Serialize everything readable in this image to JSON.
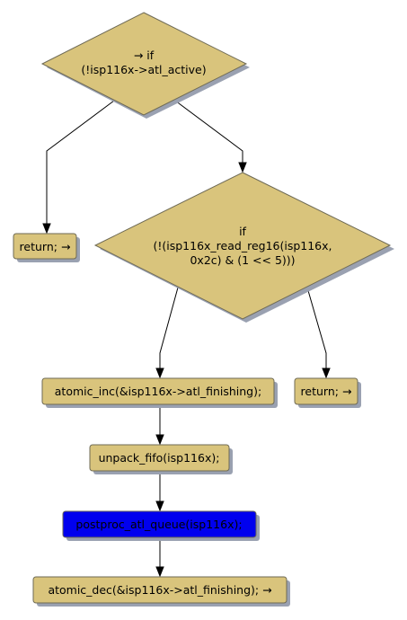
{
  "colors": {
    "node_fill": "#d9c47c",
    "node_border": "#6e6a55",
    "highlight_fill": "#0000ee",
    "shadow": "#9aa1b1",
    "edge": "#000000"
  },
  "nodes": {
    "cond_atl_active": {
      "line1": "→ if",
      "line2": "(!isp116x->atl_active)"
    },
    "return_1": {
      "label": "return; →"
    },
    "cond_read_reg": {
      "line1": "if",
      "line2": "(!(isp116x_read_reg16(isp116x,",
      "line3": "0x2c) & (1 << 5)))"
    },
    "atomic_inc": {
      "label": "atomic_inc(&isp116x->atl_finishing);"
    },
    "return_2": {
      "label": "return; →"
    },
    "unpack_fifo": {
      "label": "unpack_fifo(isp116x);"
    },
    "postproc": {
      "label": "postproc_atl_queue(isp116x);"
    },
    "atomic_dec": {
      "label": "atomic_dec(&isp116x->atl_finishing); →"
    }
  }
}
